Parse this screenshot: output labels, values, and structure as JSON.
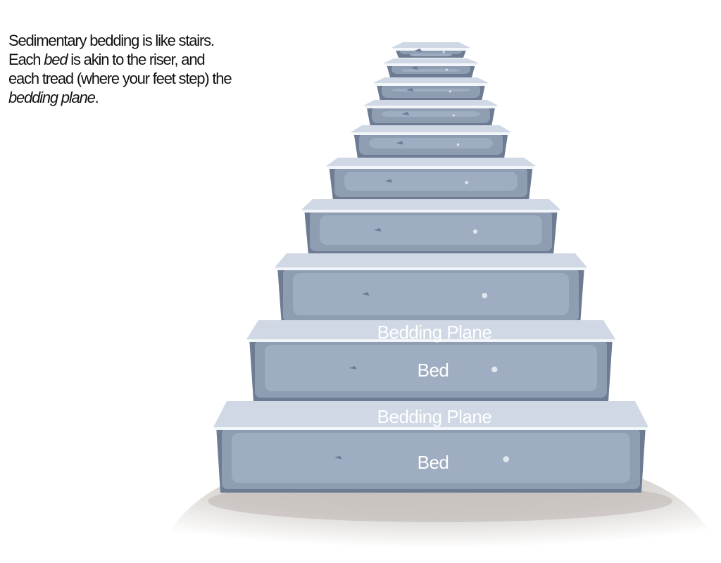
{
  "caption": {
    "line1": "Sedimentary bedding is like stairs.",
    "line2_pre": "Each ",
    "line2_em": "bed",
    "line2_post": " is akin to the riser, and",
    "line3": "each tread (where your feet step) the",
    "line4_em": "bedding plane",
    "line4_post": "."
  },
  "labels": {
    "bedding_plane_upper": "Bedding Plane",
    "bed_upper": "Bed",
    "bedding_plane_lower": "Bedding Plane",
    "bed_lower": "Bed"
  },
  "colors": {
    "riser": "#8f9db3",
    "riser_inner": "#9fadc2",
    "riser_shadow": "#6e7c93",
    "tread": "#cfd8e4",
    "tread_highlight": "#f2f5f9",
    "ground": "#d9d6d3"
  }
}
